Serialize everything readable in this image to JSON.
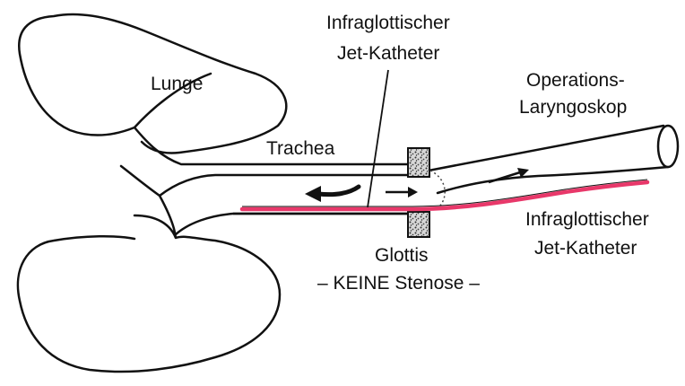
{
  "labels": {
    "lung": "Lunge",
    "trachea": "Trachea",
    "top_catheter_line1": "Infraglottischer",
    "top_catheter_line2": "Jet-Katheter",
    "laryngoscope_line1": "Operations-",
    "laryngoscope_line2": "Laryngoskop",
    "bottom_catheter_line1": "Infraglottischer",
    "bottom_catheter_line2": "Jet-Katheter",
    "glottis": "Glottis",
    "stenosis_note": "– KEINE Stenose –"
  },
  "colors": {
    "outline": "#111111",
    "catheter": "#e8386a",
    "background": "#ffffff",
    "glottis_fill": "#9a9a9a"
  }
}
